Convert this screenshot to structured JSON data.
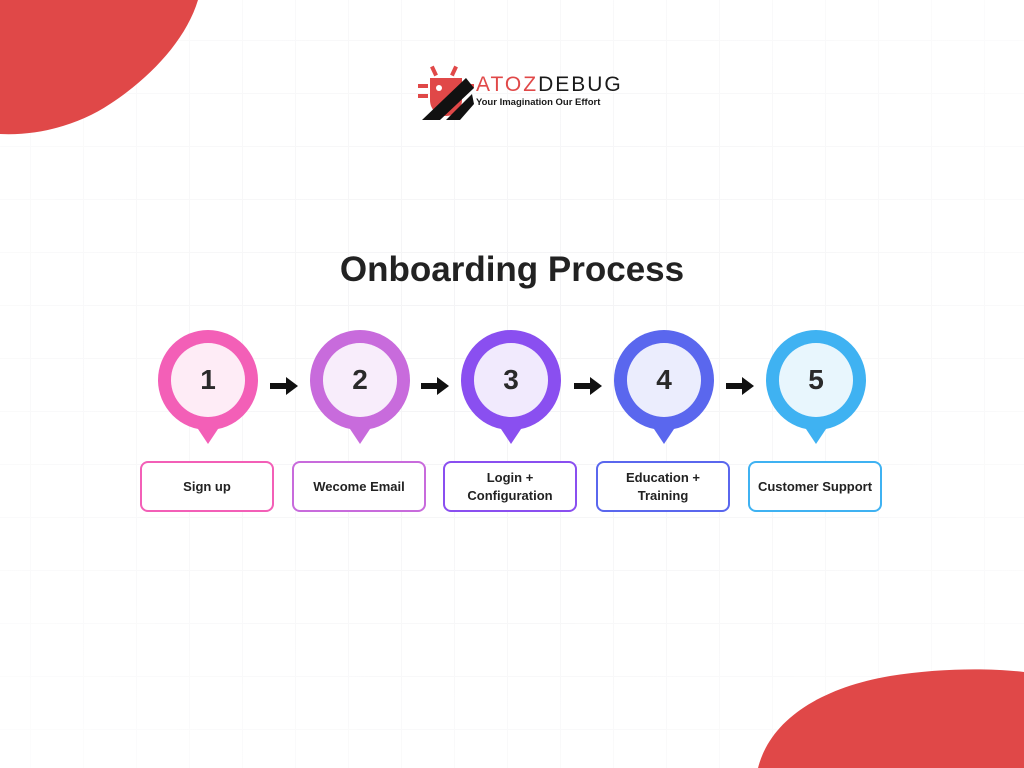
{
  "logo": {
    "name_part1": "ATOZ",
    "name_part2": "DEBUG",
    "tagline": "Your Imagination Our Effort"
  },
  "title": "Onboarding Process",
  "colors": {
    "blob": "#e04848",
    "arrow": "#111111"
  },
  "steps": [
    {
      "number": "1",
      "label": "Sign up",
      "color": "#f35fb7"
    },
    {
      "number": "2",
      "label": "Wecome Email",
      "color": "#c86bdc"
    },
    {
      "number": "3",
      "label": "Login + Configuration",
      "color": "#8a4ff0"
    },
    {
      "number": "4",
      "label": "Education + Training",
      "color": "#5a67ee"
    },
    {
      "number": "5",
      "label": "Customer Support",
      "color": "#3fb2f2"
    }
  ]
}
